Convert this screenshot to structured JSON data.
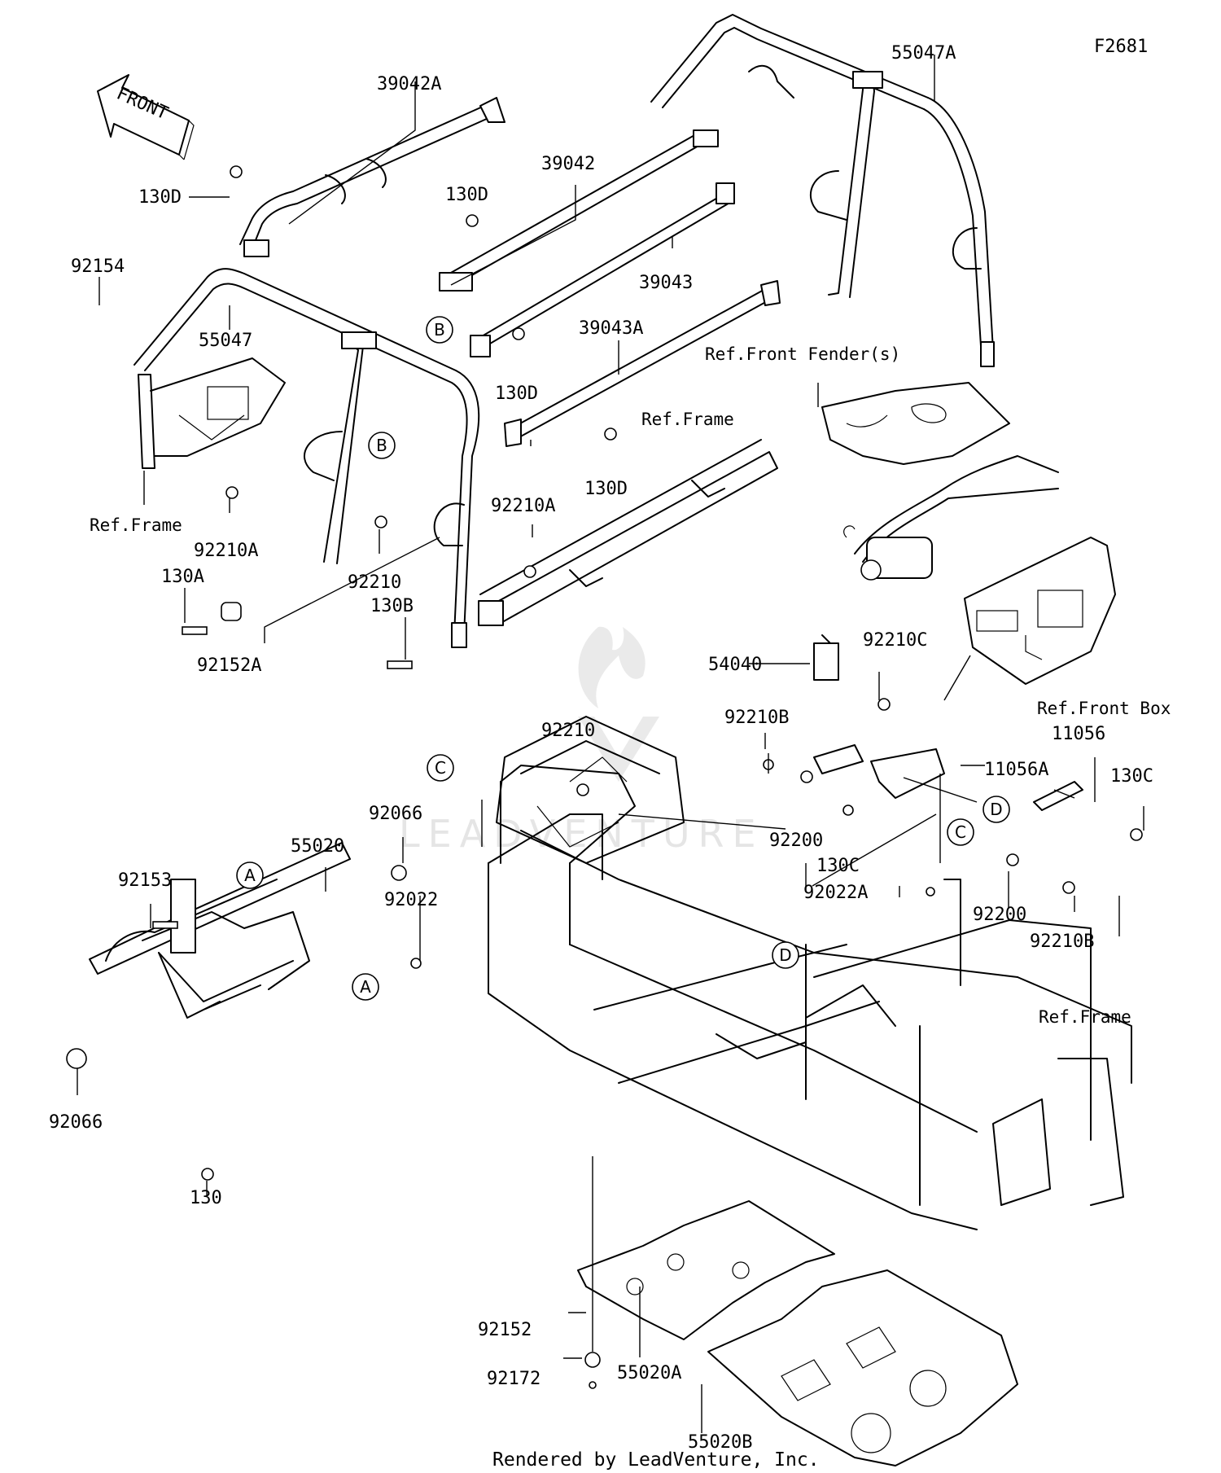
{
  "diagram_code": "F2681",
  "direction_label": "FRONT",
  "watermark": "LEADVENTURE",
  "footer": "Rendered by LeadVenture, Inc.",
  "refs": {
    "front_fender": "Ref.Front Fender(s)",
    "frame_1": "Ref.Frame",
    "frame_2": "Ref.Frame",
    "frame_3": "Ref.Frame",
    "front_box": "Ref.Front Box"
  },
  "callouts": {
    "a1": "A",
    "a2": "A",
    "b1": "B",
    "b2": "B",
    "c1": "C",
    "c2": "C",
    "d1": "D",
    "d2": "D"
  },
  "parts": {
    "p39042A": "39042A",
    "p55047A": "55047A",
    "p130D_1": "130D",
    "p39042": "39042",
    "p130D_2": "130D",
    "p92154": "92154",
    "p39043": "39043",
    "p55047": "55047",
    "p130D_3": "130D",
    "p39043A": "39043A",
    "p130D_4": "130D",
    "p92210A_1": "92210A",
    "p92210A_2": "92210A",
    "p130A": "130A",
    "p92210_1": "92210",
    "p130B": "130B",
    "p92152A": "92152A",
    "p54040": "54040",
    "p92210C": "92210C",
    "p92210B_1": "92210B",
    "p92210_2": "92210",
    "p11056": "11056",
    "p11056A": "11056A",
    "p130C_1": "130C",
    "p92066_1": "92066",
    "p55020": "55020",
    "p92200_1": "92200",
    "p130C_2": "130C",
    "p92022A": "92022A",
    "p92153": "92153",
    "p92022": "92022",
    "p92200_2": "92200",
    "p92210B_2": "92210B",
    "p92066_2": "92066",
    "p130": "130",
    "p92152": "92152",
    "p55020A": "55020A",
    "p92172": "92172",
    "p55020B": "55020B"
  }
}
